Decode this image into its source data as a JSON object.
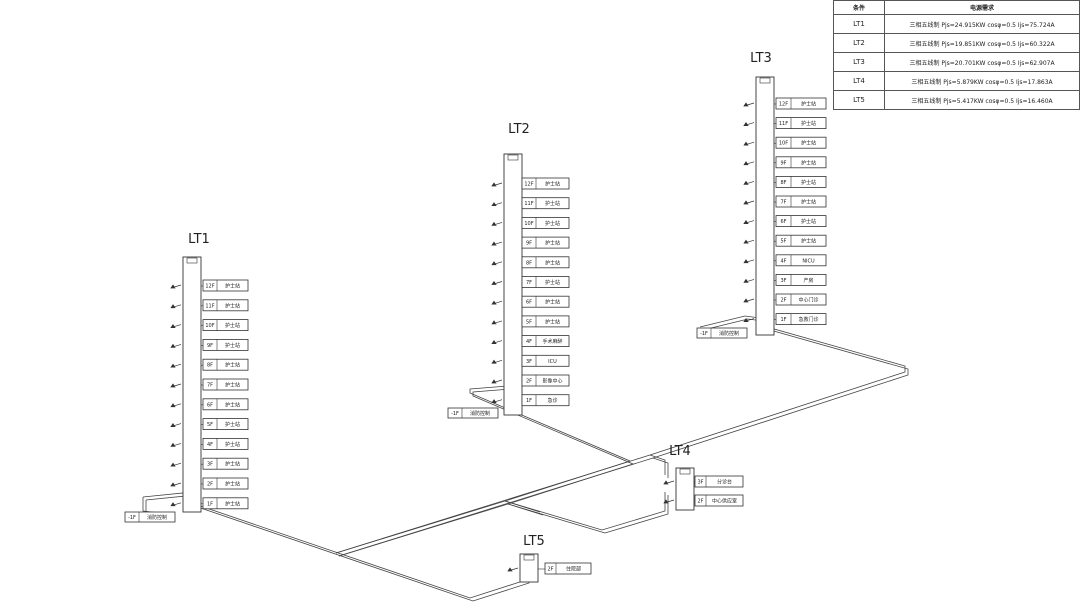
{
  "table": {
    "headers": [
      "条件",
      "电源需求"
    ],
    "rows": [
      {
        "id": "LT1",
        "spec": "三相五线制  Pjs=24.915KW  cosφ=0.5  Ijs=75.724A"
      },
      {
        "id": "LT2",
        "spec": "三相五线制  Pjs=19.851KW  cosφ=0.5  Ijs=60.322A"
      },
      {
        "id": "LT3",
        "spec": "三相五线制  Pjs=20.701KW  cosφ=0.5  Ijs=62.907A"
      },
      {
        "id": "LT4",
        "spec": "三相五线制  Pjs=5.879KW  cosφ=0.5  Ijs=17.863A"
      },
      {
        "id": "LT5",
        "spec": "三相五线制  Pjs=5.417KW  cosφ=0.5  Ijs=16.460A"
      }
    ]
  },
  "risers": [
    {
      "title": "LT1",
      "floors": [
        {
          "floor": "12F",
          "label": "护士站"
        },
        {
          "floor": "11F",
          "label": "护士站"
        },
        {
          "floor": "10F",
          "label": "护士站"
        },
        {
          "floor": "9F",
          "label": "护士站"
        },
        {
          "floor": "8F",
          "label": "护士站"
        },
        {
          "floor": "7F",
          "label": "护士站"
        },
        {
          "floor": "6F",
          "label": "护士站"
        },
        {
          "floor": "5F",
          "label": "护士站"
        },
        {
          "floor": "4F",
          "label": "护士站"
        },
        {
          "floor": "3F",
          "label": "护士站"
        },
        {
          "floor": "2F",
          "label": "护士站"
        },
        {
          "floor": "1F",
          "label": "护士站"
        }
      ],
      "basement": {
        "floor": "-1F",
        "label": "消防控制"
      }
    },
    {
      "title": "LT2",
      "floors": [
        {
          "floor": "12F",
          "label": "护士站"
        },
        {
          "floor": "11F",
          "label": "护士站"
        },
        {
          "floor": "10F",
          "label": "护士站"
        },
        {
          "floor": "9F",
          "label": "护士站"
        },
        {
          "floor": "8F",
          "label": "护士站"
        },
        {
          "floor": "7F",
          "label": "护士站"
        },
        {
          "floor": "6F",
          "label": "护士站"
        },
        {
          "floor": "5F",
          "label": "护士站"
        },
        {
          "floor": "4F",
          "label": "手术麻醉"
        },
        {
          "floor": "3F",
          "label": "ICU"
        },
        {
          "floor": "2F",
          "label": "影像中心"
        },
        {
          "floor": "1F",
          "label": "急诊"
        }
      ],
      "basement": {
        "floor": "-1F",
        "label": "消防控制"
      }
    },
    {
      "title": "LT3",
      "floors": [
        {
          "floor": "12F",
          "label": "护士站"
        },
        {
          "floor": "11F",
          "label": "护士站"
        },
        {
          "floor": "10F",
          "label": "护士站"
        },
        {
          "floor": "9F",
          "label": "护士站"
        },
        {
          "floor": "8F",
          "label": "护士站"
        },
        {
          "floor": "7F",
          "label": "护士站"
        },
        {
          "floor": "6F",
          "label": "护士站"
        },
        {
          "floor": "5F",
          "label": "护士站"
        },
        {
          "floor": "4F",
          "label": "NICU"
        },
        {
          "floor": "3F",
          "label": "产房"
        },
        {
          "floor": "2F",
          "label": "中心门诊"
        },
        {
          "floor": "1F",
          "label": "急救门诊"
        }
      ],
      "basement": {
        "floor": "-1F",
        "label": "消防控制"
      }
    },
    {
      "title": "LT4",
      "floors": [
        {
          "floor": "3F",
          "label": "分诊台"
        },
        {
          "floor": "2F",
          "label": "中心供应室"
        }
      ]
    },
    {
      "title": "LT5",
      "floors": [
        {
          "floor": "2F",
          "label": "住院部"
        }
      ]
    }
  ]
}
